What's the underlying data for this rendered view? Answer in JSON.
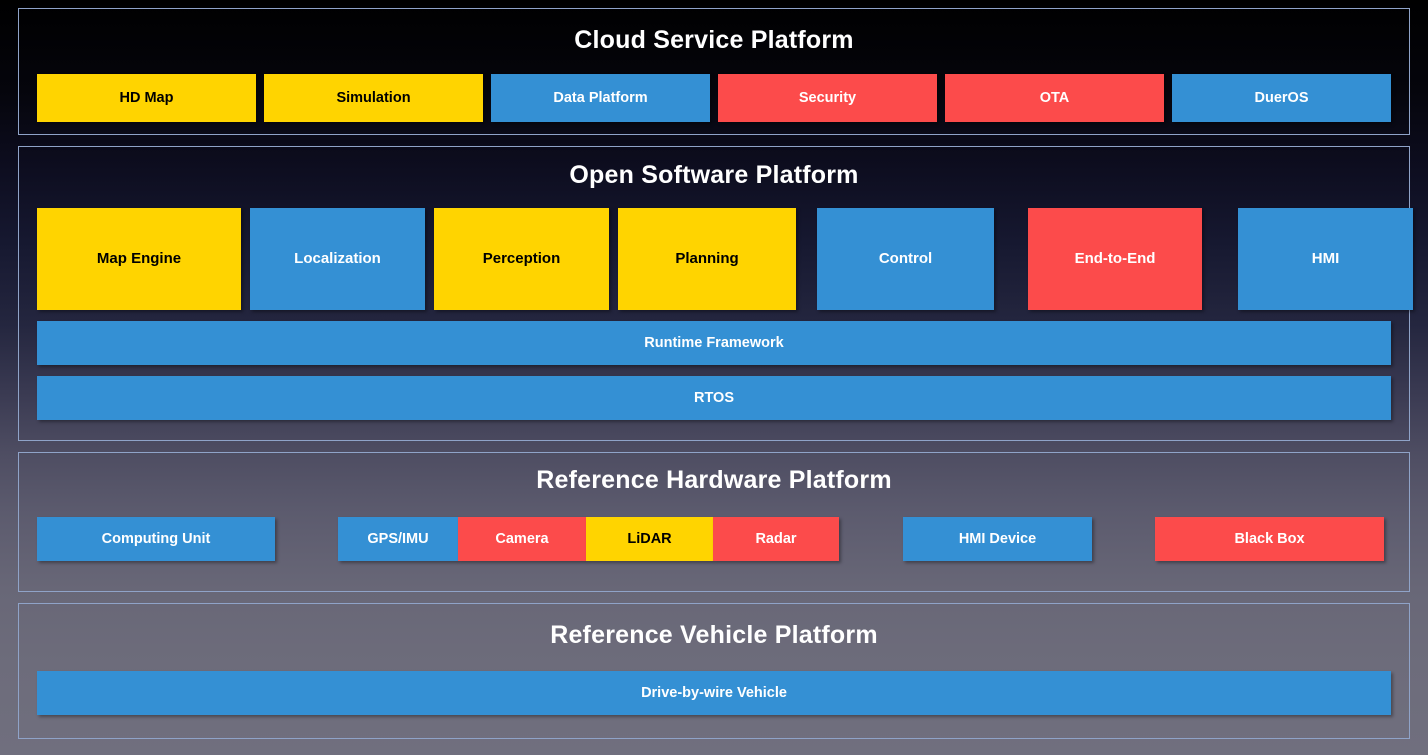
{
  "colors": {
    "yellow": "#FFD400",
    "blue": "#3490d4",
    "red": "#fc4b4b",
    "border": "#8fa3c8",
    "title_text": "#ffffff"
  },
  "layers": [
    {
      "id": "cloud",
      "title": "Cloud Service Platform",
      "boxes": [
        {
          "label": "HD Map",
          "color": "yellow"
        },
        {
          "label": "Simulation",
          "color": "yellow"
        },
        {
          "label": "Data Platform",
          "color": "blue"
        },
        {
          "label": "Security",
          "color": "red"
        },
        {
          "label": "OTA",
          "color": "red"
        },
        {
          "label": "DuerOS",
          "color": "blue"
        }
      ]
    },
    {
      "id": "software",
      "title": "Open Software Platform",
      "modules": [
        {
          "label": "Map Engine",
          "color": "yellow"
        },
        {
          "label": "Localization",
          "color": "blue"
        },
        {
          "label": "Perception",
          "color": "yellow"
        },
        {
          "label": "Planning",
          "color": "yellow"
        },
        {
          "label": "Control",
          "color": "blue"
        },
        {
          "label": "End-to-End",
          "color": "red"
        },
        {
          "label": "HMI",
          "color": "blue"
        }
      ],
      "bars": [
        {
          "label": "Runtime Framework",
          "color": "blue"
        },
        {
          "label": "RTOS",
          "color": "blue"
        }
      ]
    },
    {
      "id": "hardware",
      "title": "Reference Hardware Platform",
      "boxes": [
        {
          "label": "Computing Unit",
          "color": "blue"
        },
        {
          "label": "GPS/IMU",
          "color": "blue"
        },
        {
          "label": "Camera",
          "color": "red"
        },
        {
          "label": "LiDAR",
          "color": "yellow"
        },
        {
          "label": "Radar",
          "color": "red"
        },
        {
          "label": "HMI Device",
          "color": "blue"
        },
        {
          "label": "Black Box",
          "color": "red"
        }
      ]
    },
    {
      "id": "vehicle",
      "title": "Reference Vehicle Platform",
      "boxes": [
        {
          "label": "Drive-by-wire Vehicle",
          "color": "blue"
        }
      ]
    }
  ]
}
